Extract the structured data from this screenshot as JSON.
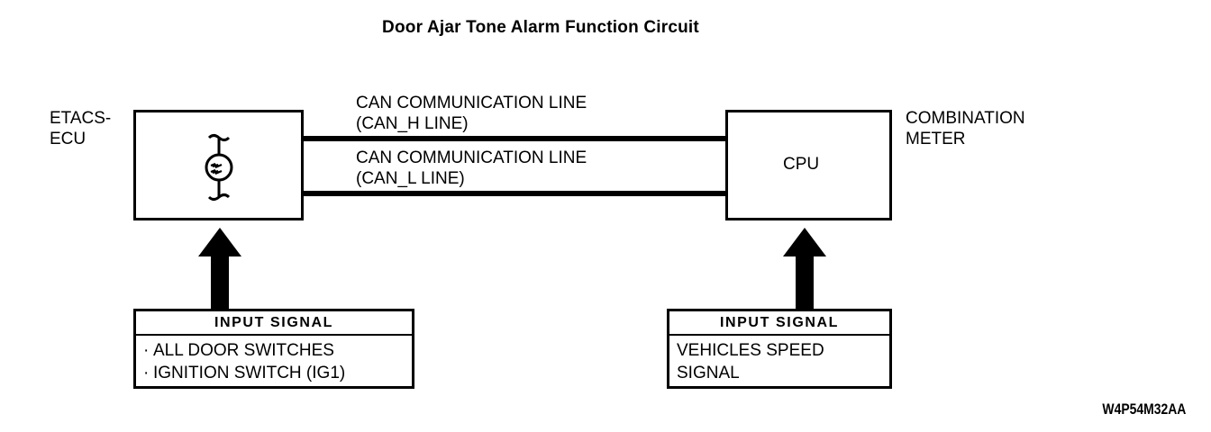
{
  "title": "Door Ajar Tone Alarm Function Circuit",
  "nodes": {
    "ecu_label": "ETACS-\nECU",
    "cpu_label": "CPU",
    "meter_label": "COMBINATION\nMETER"
  },
  "can_lines": [
    {
      "label": "CAN COMMUNICATION LINE\n(CAN_H LINE)"
    },
    {
      "label": "CAN COMMUNICATION LINE\n(CAN_L LINE)"
    }
  ],
  "input_signals": {
    "left": {
      "header": "INPUT  SIGNAL",
      "items": [
        {
          "bullet": "·",
          "text": "ALL DOOR SWITCHES"
        },
        {
          "bullet": "·",
          "text": "IGNITION SWITCH (IG1)"
        }
      ]
    },
    "right": {
      "header": "INPUT  SIGNAL",
      "items": [
        {
          "bullet": "",
          "text": "VEHICLES SPEED"
        },
        {
          "bullet": "",
          "text": "SIGNAL"
        }
      ]
    }
  },
  "reference_code": "W4P54M32AA",
  "colors": {
    "ink": "#000000",
    "background": "#ffffff"
  }
}
